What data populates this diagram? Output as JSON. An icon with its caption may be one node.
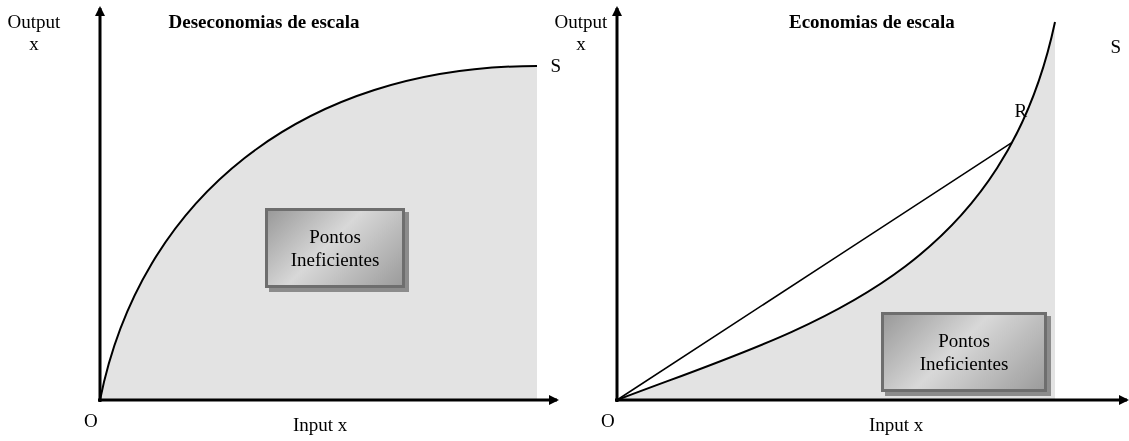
{
  "diagram": {
    "nodes": [
      {
        "text": [
          "Pontos Ineficientes"
        ]
      },
      {
        "text": [
          "Pontos Ineficientes"
        ]
      }
    ],
    "labels": [
      "Output x",
      "Deseconomias de escala",
      "S",
      "Output x",
      "Economias de escala",
      "S",
      "R",
      "O",
      "Input x",
      "O",
      "Input x"
    ]
  }
}
